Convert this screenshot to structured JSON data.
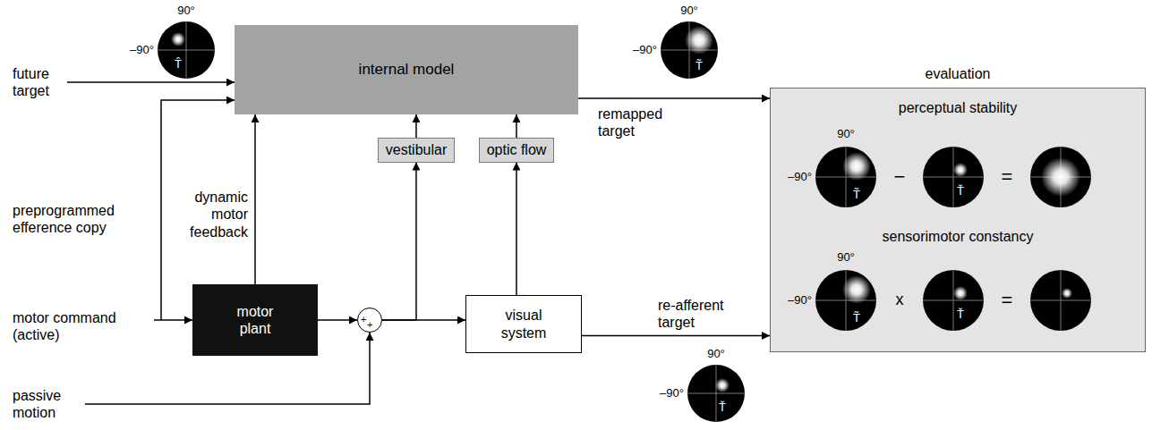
{
  "diagram": {
    "nodes": [
      {
        "text": [
          "internal model"
        ]
      },
      {
        "text": [
          "vestibular"
        ]
      },
      {
        "text": [
          "optic flow"
        ]
      },
      {
        "text": [
          "motor plant"
        ]
      },
      {
        "text": [
          "+",
          "+"
        ]
      },
      {
        "text": [
          "visual system"
        ]
      },
      {
        "text": [
          "evaluation",
          "perceptual stability",
          "sensorimotor constancy"
        ]
      }
    ],
    "edges": [
      {
        "from": 3,
        "to": 0,
        "arrow": "to",
        "label": "dynamic motor feedback"
      },
      {
        "from": 3,
        "to": 4,
        "arrow": "to"
      },
      {
        "from": 4,
        "to": 5,
        "arrow": "to"
      },
      {
        "from": 4,
        "to": 1,
        "arrow": "to"
      },
      {
        "from": 1,
        "to": 0,
        "arrow": "to"
      },
      {
        "from": 5,
        "to": 2,
        "arrow": "to"
      },
      {
        "from": 2,
        "to": 0,
        "arrow": "to"
      },
      {
        "from": 0,
        "to": 6,
        "arrow": "to",
        "label": "remapped target"
      },
      {
        "from": 5,
        "to": 6,
        "arrow": "to",
        "label": "re-afferent target"
      }
    ],
    "labels": [
      "future target",
      "preprogrammed efference copy",
      "motor command (active)",
      "passive motion",
      "90°",
      "–90°",
      "T̂",
      "90°",
      "–90°",
      "T̃",
      "90°",
      "–90°",
      "Ť",
      "90°",
      "–90°",
      "T̃",
      "−",
      "Ť",
      "=",
      "90°",
      "–90°",
      "T̃",
      "x",
      "Ť",
      "="
    ]
  }
}
